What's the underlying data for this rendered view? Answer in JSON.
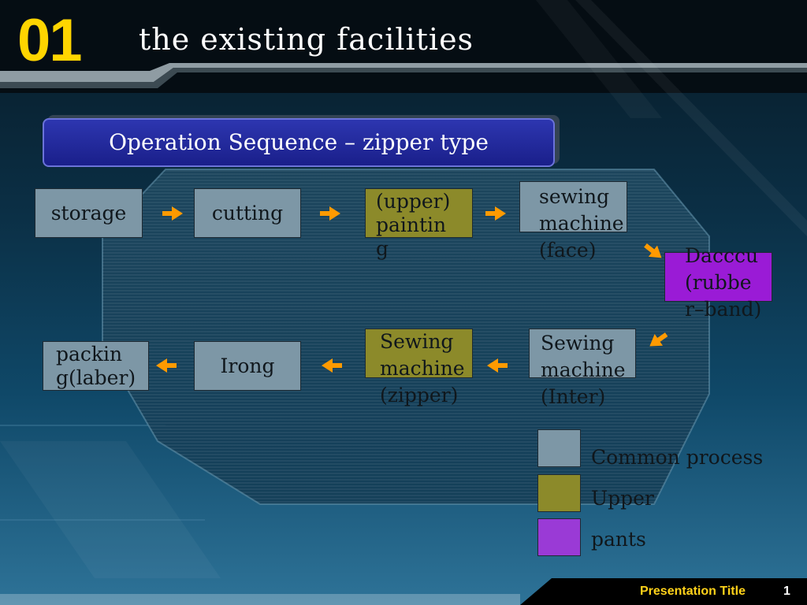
{
  "header": {
    "slide_number": "01",
    "title": "the existing facilities"
  },
  "banner": {
    "text": "Operation Sequence – zipper type"
  },
  "process": {
    "storage": {
      "label": "storage",
      "category": "Common process"
    },
    "cutting": {
      "label": "cutting",
      "category": "Common process"
    },
    "upper_painting": {
      "line1": "(upper)",
      "line2": "paintin",
      "line3": "g",
      "category": "Upper"
    },
    "sewing_face": {
      "line1": "sewing",
      "line2": "machine",
      "line3": "(face)",
      "category": "Common process"
    },
    "daccu": {
      "line1": "Dacccu",
      "line2": "(rubbe",
      "line3": "r–band)",
      "category": "pants"
    },
    "sewing_inter": {
      "line1": "Sewing",
      "line2": "machine",
      "line3": "(Inter)",
      "category": "Common process"
    },
    "sewing_zipper": {
      "line1": "Sewing",
      "line2": "machine",
      "line3": "(zipper)",
      "category": "Upper"
    },
    "irong": {
      "label": "Irong",
      "category": "Common process"
    },
    "packing": {
      "line1": "packin",
      "line2": "g(laber)",
      "category": "Common process"
    }
  },
  "legend": {
    "items": [
      {
        "label": "Common process",
        "color": "#7d97a6"
      },
      {
        "label": "Upper",
        "color": "#8c8a2a"
      },
      {
        "label": "pants",
        "color": "#9a1bd6"
      }
    ]
  },
  "colors": {
    "accent_yellow": "#ffd500",
    "arrow_orange": "#ff9a00",
    "banner_blue": "#1a1f8a"
  },
  "footer": {
    "presentation_title": "Presentation Title",
    "page_number": "1"
  }
}
